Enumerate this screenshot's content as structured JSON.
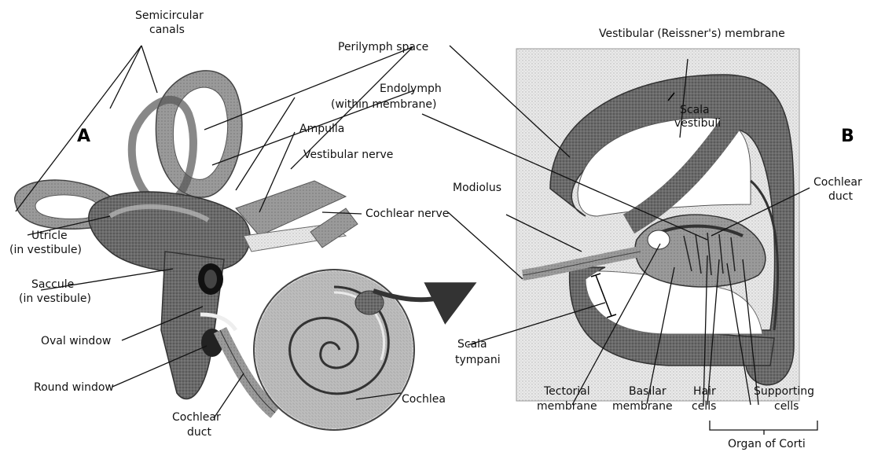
{
  "panels": {
    "a": "A",
    "b": "B"
  },
  "labels": {
    "semicircular_canals_1": "Semicircular",
    "semicircular_canals_2": "canals",
    "perilymph_space": "Perilymph space",
    "endolymph_1": "Endolymph",
    "endolymph_2": "(within membrane)",
    "ampulla": "Ampulla",
    "vestibular_nerve": "Vestibular nerve",
    "utricle_1": "Utricle",
    "utricle_2": "(in vestibule)",
    "saccule_1": "Saccule",
    "saccule_2": "(in vestibule)",
    "oval_window": "Oval window",
    "round_window": "Round window",
    "cochlear_duct_a_1": "Cochlear",
    "cochlear_duct_a_2": "duct",
    "cochlear_nerve": "Cochlear nerve",
    "cochlea": "Cochlea",
    "vestibular_membrane": "Vestibular (Reissner's) membrane",
    "scala_vestibuli_1": "Scala",
    "scala_vestibuli_2": "vestibuli",
    "modiolus": "Modiolus",
    "cochlear_duct_b_1": "Cochlear",
    "cochlear_duct_b_2": "duct",
    "scala_tympani_1": "Scala",
    "scala_tympani_2": "tympani",
    "tectorial_membrane_1": "Tectorial",
    "tectorial_membrane_2": "membrane",
    "basilar_membrane_1": "Basilar",
    "basilar_membrane_2": "membrane",
    "hair_cells_1": "Hair",
    "hair_cells_2": "cells",
    "supporting_cells_1": "Supporting",
    "supporting_cells_2": "cells",
    "organ_of_corti": "Organ of Corti"
  }
}
